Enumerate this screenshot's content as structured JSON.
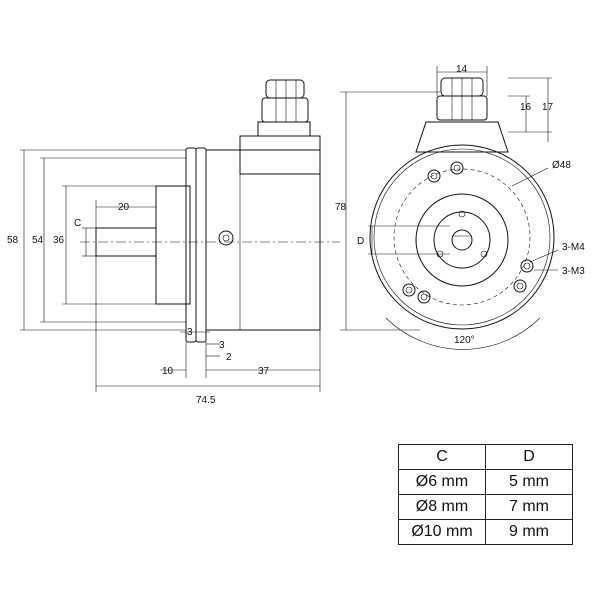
{
  "diagram": {
    "side_view": {
      "height_dims": [
        "58",
        "54",
        "36",
        "C"
      ],
      "shaft_length": "20",
      "flange_dims": [
        "3",
        "3",
        "2"
      ],
      "shaft_offset": "10",
      "body_length": "37",
      "total_length": "74.5"
    },
    "front_view": {
      "connector_width": "14",
      "connector_heights": [
        "16",
        "17"
      ],
      "overall_height": "78",
      "bolt_circle": "Ø48",
      "flat_label": "D",
      "holes_m4": "3-M4",
      "holes_m3": "3-M3",
      "angle": "120°"
    }
  },
  "table": {
    "headers": [
      "C",
      "D"
    ],
    "rows": [
      [
        "Ø6 mm",
        "5 mm"
      ],
      [
        "Ø8 mm",
        "7 mm"
      ],
      [
        "Ø10 mm",
        "9 mm"
      ]
    ]
  }
}
